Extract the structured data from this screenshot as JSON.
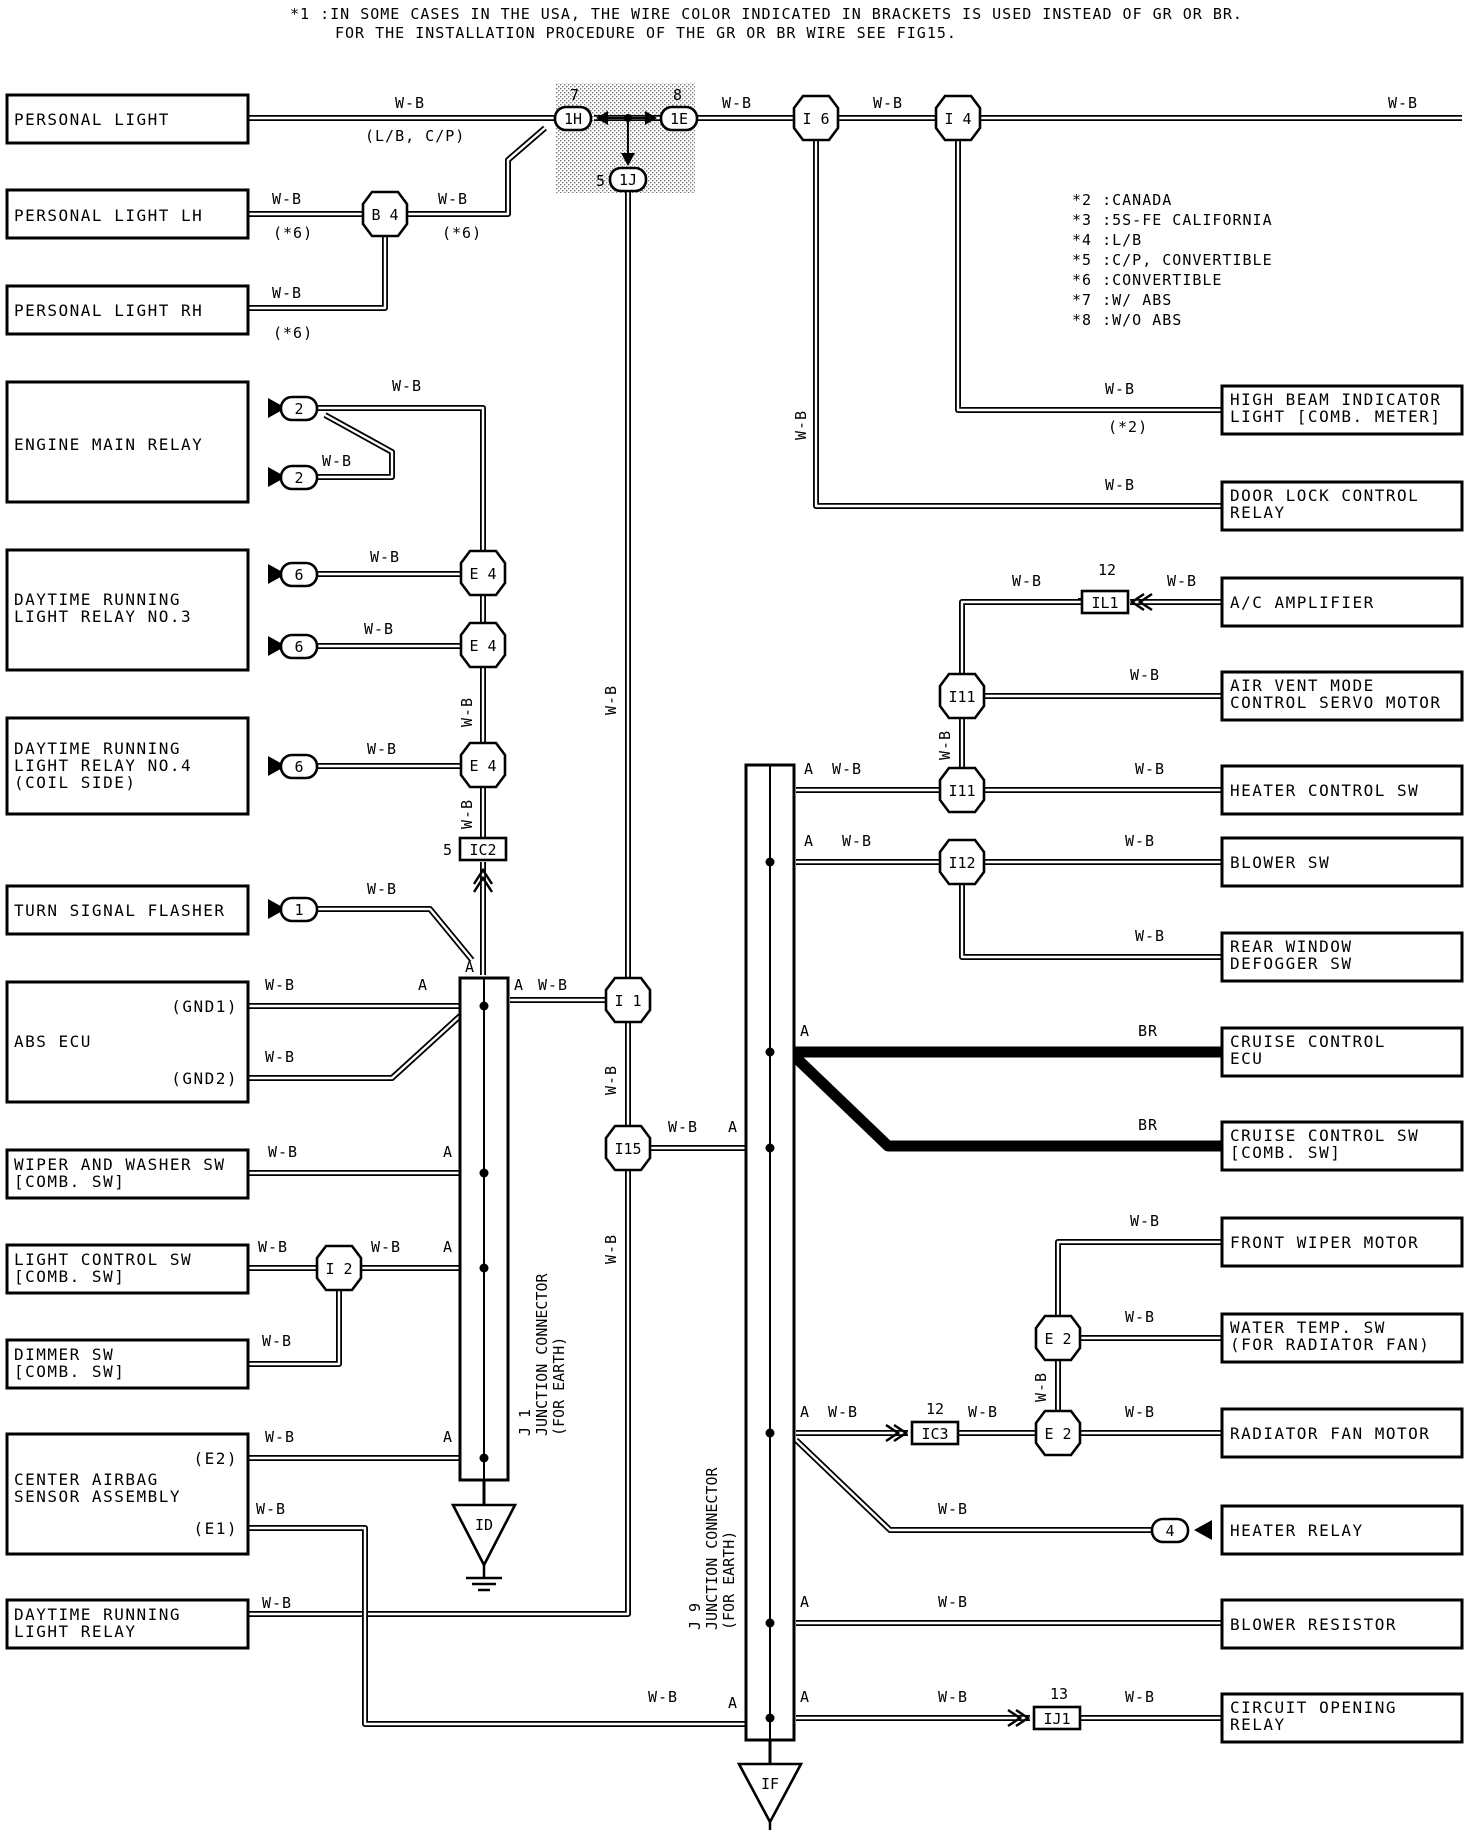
{
  "notes": {
    "line1": "*1 :IN SOME CASES IN THE USA, THE WIRE COLOR INDICATED IN BRACKETS IS USED INSTEAD OF GR OR BR.",
    "line2": "FOR THE INSTALLATION PROCEDURE OF THE GR OR BR WIRE SEE FIG15."
  },
  "legend": [
    "*2 :CANADA",
    "*3 :5S-FE CALIFORNIA",
    "*4 :L/B",
    "*5 :C/P, CONVERTIBLE",
    "*6 :CONVERTIBLE",
    "*7 :W/ ABS",
    "*8 :W/O ABS"
  ],
  "left_components": {
    "personal_light": "PERSONAL LIGHT",
    "personal_light_lh": "PERSONAL LIGHT LH",
    "personal_light_rh": "PERSONAL LIGHT RH",
    "engine_main_relay": "ENGINE MAIN RELAY",
    "drl_relay_3": [
      "DAYTIME RUNNING",
      "LIGHT RELAY NO.3"
    ],
    "drl_relay_4": [
      "DAYTIME RUNNING",
      "LIGHT RELAY NO.4",
      "(COIL SIDE)"
    ],
    "turn_signal_flasher": "TURN SIGNAL FLASHER",
    "abs_ecu": "ABS ECU",
    "abs_gnd1": "(GND1)",
    "abs_gnd2": "(GND2)",
    "wiper_washer_sw": [
      "WIPER AND WASHER SW",
      "[COMB. SW]"
    ],
    "light_control_sw": [
      "LIGHT CONTROL SW",
      "[COMB. SW]"
    ],
    "dimmer_sw": [
      "DIMMER SW",
      "[COMB. SW]"
    ],
    "airbag": [
      "CENTER AIRBAG",
      "SENSOR ASSEMBLY"
    ],
    "airbag_e2": "(E2)",
    "airbag_e1": "(E1)",
    "drl_relay": [
      "DAYTIME RUNNING",
      "LIGHT RELAY"
    ]
  },
  "right_components": {
    "high_beam": [
      "HIGH BEAM INDICATOR",
      "LIGHT [COMB. METER]"
    ],
    "door_lock": [
      "DOOR LOCK CONTROL",
      "RELAY"
    ],
    "ac_amplifier": "A/C AMPLIFIER",
    "air_vent": [
      "AIR VENT MODE",
      "CONTROL SERVO MOTOR"
    ],
    "heater_control": "HEATER CONTROL SW",
    "blower_sw": "BLOWER SW",
    "rear_defogger": [
      "REAR WINDOW",
      "DEFOGGER SW"
    ],
    "cruise_ecu": [
      "CRUISE CONTROL",
      "ECU"
    ],
    "cruise_sw": [
      "CRUISE CONTROL SW",
      "[COMB. SW]"
    ],
    "front_wiper": "FRONT WIPER MOTOR",
    "water_temp": [
      "WATER TEMP. SW",
      "(FOR RADIATOR FAN)"
    ],
    "radiator_fan": "RADIATOR FAN MOTOR",
    "heater_relay": "HEATER RELAY",
    "blower_resistor": "BLOWER RESISTOR",
    "circuit_opening": [
      "CIRCUIT OPENING",
      "RELAY"
    ]
  },
  "wire_colors": {
    "wb": "W-B",
    "br": "BR",
    "lb_cp": "(L/B, C/P)",
    "star6": "(*6)",
    "star2": "(*2)"
  },
  "connectors": {
    "c1h": "1H",
    "c1e": "1E",
    "c1j": "1J",
    "n7": "7",
    "n8": "8",
    "n5": "5",
    "n12": "12",
    "n13": "13",
    "i6": "I 6",
    "i4": "I 4",
    "b4": "B 4",
    "e4": "E 4",
    "i1": "I 1",
    "i15": "I15",
    "i2": "I 2",
    "i11": "I11",
    "i12": "I12",
    "e2": "E 2",
    "ic2": "IC2",
    "ic3": "IC3",
    "il1": "IL1",
    "ij1": "IJ1",
    "p2": "2",
    "p6": "6",
    "p1": "1",
    "p4": "4",
    "pin_a": "A",
    "id": "ID",
    "if": "IF"
  },
  "junctions": {
    "j1": [
      "J 1",
      "JUNCTION CONNECTOR",
      "(FOR EARTH)"
    ],
    "j9": [
      "J 9",
      "JUNCTION CONNECTOR",
      "(FOR EARTH)"
    ]
  },
  "colors": {
    "ink": "#000000",
    "paper": "#ffffff",
    "shade": "#d8d8d8"
  }
}
